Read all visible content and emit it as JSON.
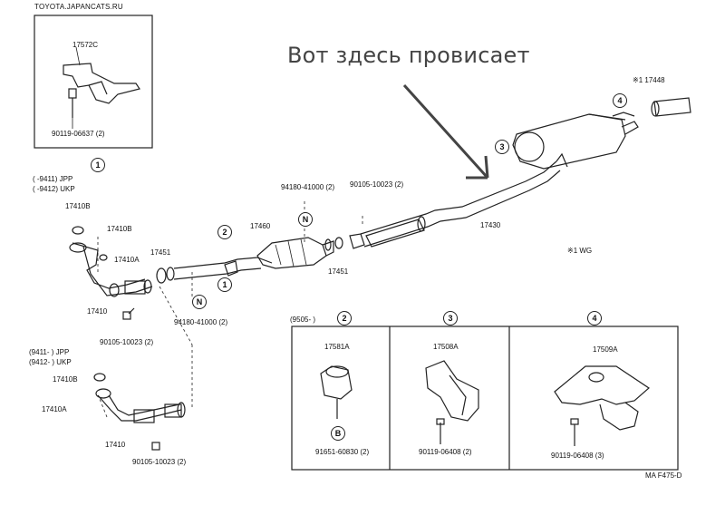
{
  "site_label": "TOYOTA.JAPANCATS.RU",
  "annotation": "Вот здесь провисает",
  "inset_top": {
    "bracket": "17572C",
    "bolt": "90119-06637 (2)"
  },
  "group1_circle": "1",
  "group1_ranges": [
    "(       -9411) JPP",
    "(       -9412) UKP"
  ],
  "front_pipe_top": {
    "gasket_left": "17410B",
    "gasket_right": "17410B",
    "gasket_a": "17410A",
    "pipe": "17410",
    "bolt": "90105-10023 (2)"
  },
  "group2_ranges": [
    "(9411-       ) JPP",
    "(9412-       ) UKP"
  ],
  "front_pipe_bottom": {
    "gasket_b": "17410B",
    "gasket_a": "17410A",
    "pipe": "17410",
    "bolt": "90105-10023 (2)"
  },
  "mid": {
    "gasket_17451_left": "17451",
    "circle2": "2",
    "converter": "17460",
    "nut_top": "94180-41000 (2)",
    "nut_bottom": "94180-41000 (2)",
    "circle1_mid": "1",
    "bolt_right": "90105-10023 (2)",
    "gasket_17451_right": "17451",
    "tailpipe": "17430",
    "circle3": "3",
    "circle4": "4",
    "tip_note": "※1 17448",
    "wg_note": "※1 WG",
    "n_mark": "N"
  },
  "panel": {
    "range": "(9505-       )",
    "c2": "2",
    "c3": "3",
    "c4": "4",
    "p2_part": "17581A",
    "p2_bolt": "91651-60830 (2)",
    "p2_b": "B",
    "p3_part": "17508A",
    "p3_bolt": "90119-06408 (2)",
    "p4_part": "17509A",
    "p4_bolt": "90119-06408 (3)"
  },
  "figure_code": "MA F475-D"
}
